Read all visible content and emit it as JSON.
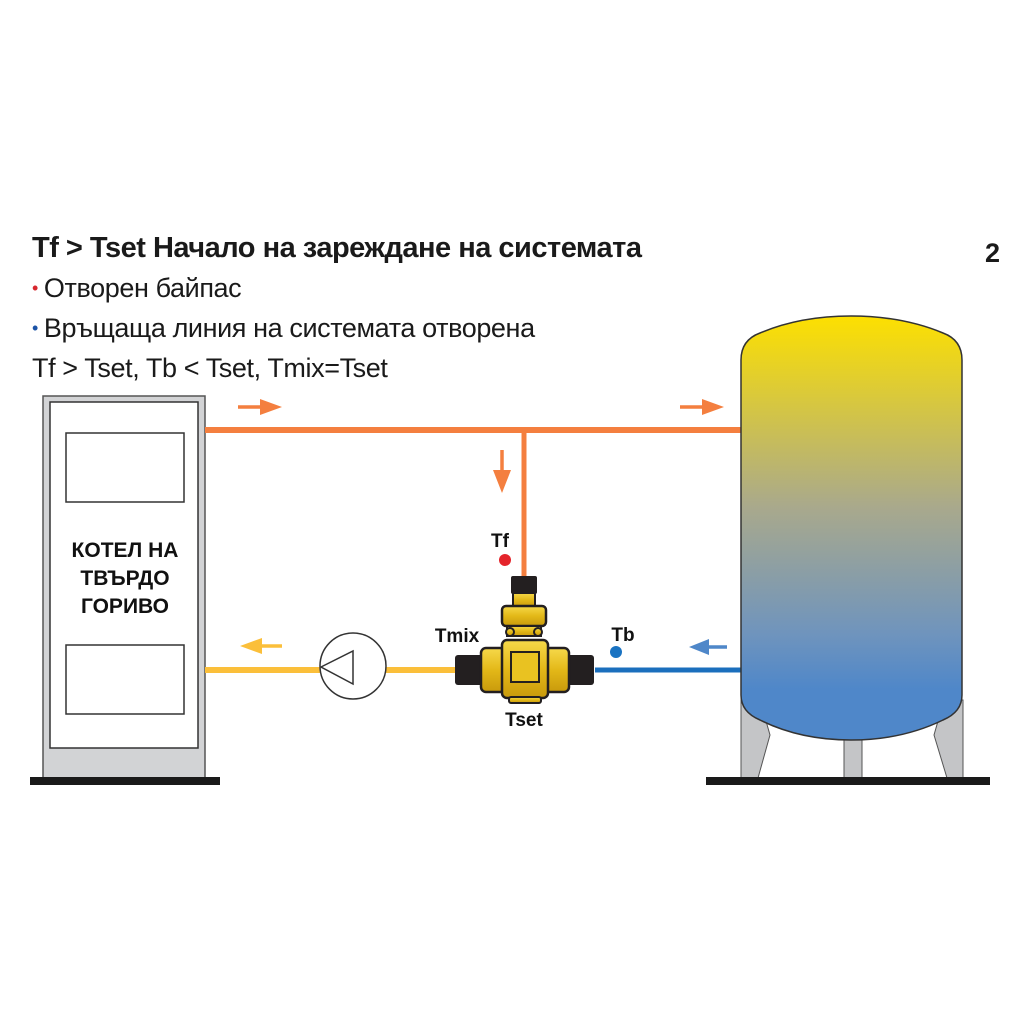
{
  "header": {
    "title": "Tf > Tset Начало на зареждане на системата",
    "bullets": [
      {
        "text": "Отворен байпас",
        "bullet_color": "#d7262e"
      },
      {
        "text": "Връщаща линия на системата отворена",
        "bullet_color": "#1b53a6"
      }
    ],
    "condition": "Tf > Tset, Tb < Tset, Tmix=Tset",
    "page_number": "2"
  },
  "boiler": {
    "label_lines": [
      "КОТЕЛ НА",
      "ТВЪРДО",
      "ГОРИВО"
    ]
  },
  "sensors": {
    "tf": {
      "label": "Tf",
      "color": "#e4242b"
    },
    "tb": {
      "label": "Tb",
      "color": "#1a73c2"
    },
    "tmix": {
      "label": "Tmix"
    },
    "tset": {
      "label": "Tset"
    }
  },
  "pipes": {
    "supply_color": "#f47f3f",
    "return_boiler_color": "#fbbf3a",
    "return_tank_color": "#1b6fbd"
  },
  "tank": {
    "gradient_top": "#fde000",
    "gradient_mid": "#8e9fa3",
    "gradient_bottom": "#4f87c9"
  },
  "bullet_glyph": "•"
}
